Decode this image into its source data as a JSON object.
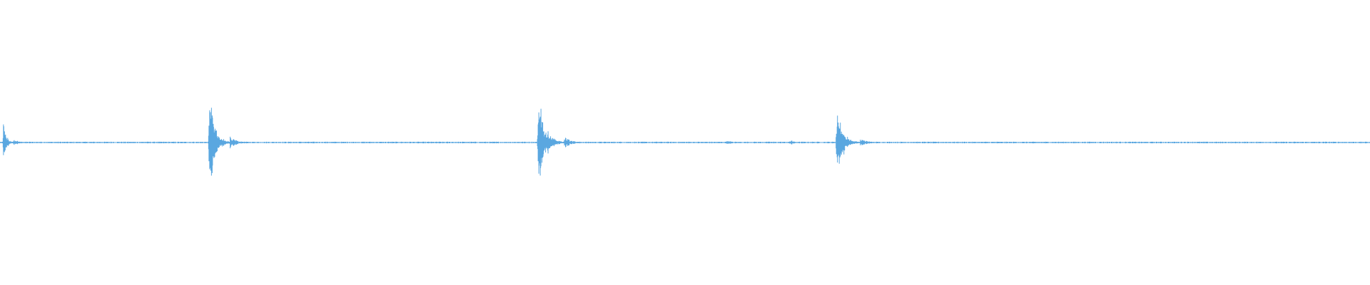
{
  "waveform": {
    "color": "#5aa7e0",
    "background": "#ffffff",
    "baseline_amplitude": 0.012,
    "bursts": [
      {
        "name": "burst-1",
        "position": 0.002,
        "amplitude": 0.48,
        "duration": 0.008
      },
      {
        "name": "burst-2",
        "position": 0.152,
        "amplitude": 0.97,
        "duration": 0.016
      },
      {
        "name": "burst-3",
        "position": 0.392,
        "amplitude": 0.96,
        "duration": 0.02
      },
      {
        "name": "burst-4",
        "position": 0.61,
        "amplitude": 0.72,
        "duration": 0.018
      }
    ],
    "minor_blips": [
      {
        "position": 0.532,
        "amplitude": 0.03
      },
      {
        "position": 0.578,
        "amplitude": 0.03
      }
    ]
  }
}
